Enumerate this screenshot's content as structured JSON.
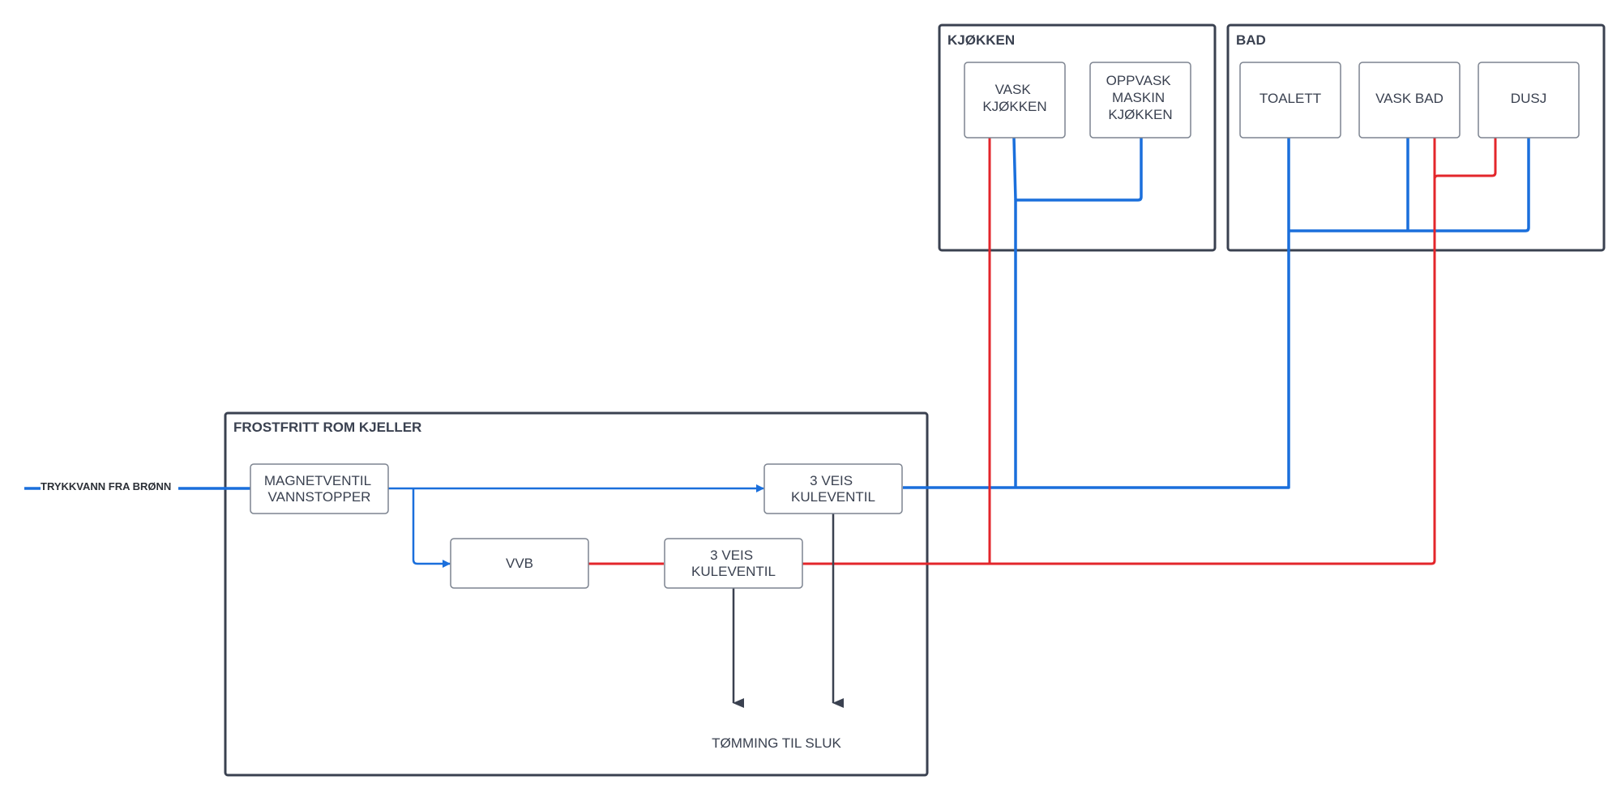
{
  "containers": {
    "kjokken": {
      "title": "KJØKKEN"
    },
    "bad": {
      "title": "BAD"
    },
    "kjeller": {
      "title": "FROSTFRITT ROM KJELLER"
    }
  },
  "nodes": {
    "vask_kjokken": [
      "VASK",
      "KJØKKEN"
    ],
    "oppvask": [
      "OPPVASK",
      "MASKIN",
      "KJØKKEN"
    ],
    "toalett": [
      "TOALETT"
    ],
    "vask_bad": [
      "VASK BAD"
    ],
    "dusj": [
      "DUSJ"
    ],
    "magnetventil": [
      "MAGNETVENTIL",
      "VANNSTOPPER"
    ],
    "veis_top": [
      "3 VEIS",
      "KULEVENTIL"
    ],
    "vvb": [
      "VVB"
    ],
    "veis_bottom": [
      "3 VEIS",
      "KULEVENTIL"
    ]
  },
  "labels": {
    "inlet": "TRYKKVANN FRA BRØNN",
    "drain": "TØMMING TIL SLUK"
  },
  "colors": {
    "cold": "#1a6fdc",
    "hot": "#e3262b",
    "frame": "#3a4150",
    "node_border": "#7d8490",
    "text": "#3a4150"
  }
}
